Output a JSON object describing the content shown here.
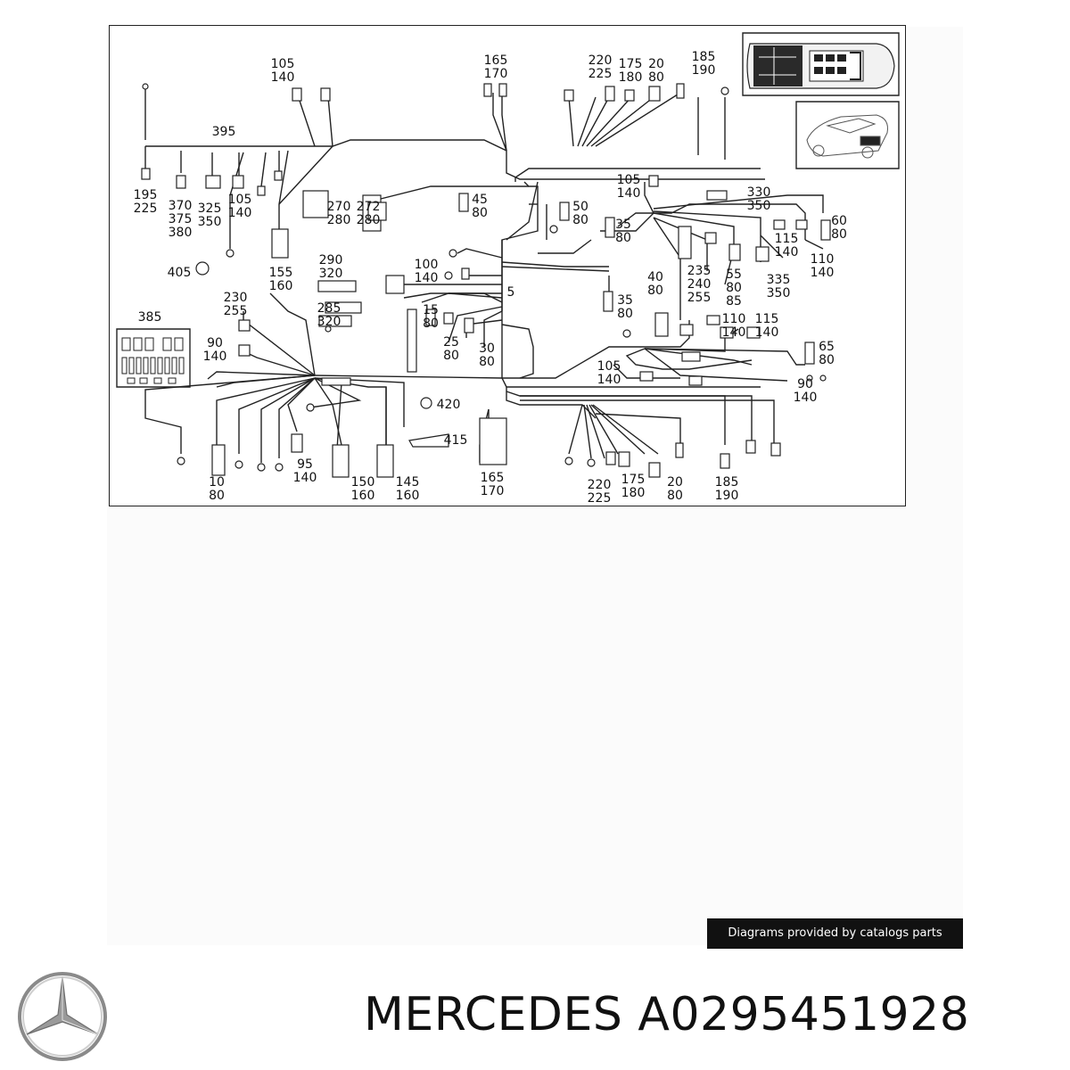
{
  "callouts": [
    {
      "id": "c1",
      "lines": [
        "105",
        "140"
      ]
    },
    {
      "id": "c2",
      "lines": [
        "165",
        "170"
      ]
    },
    {
      "id": "c3",
      "lines": [
        "220",
        "225"
      ]
    },
    {
      "id": "c4",
      "lines": [
        "175",
        "180"
      ]
    },
    {
      "id": "c5",
      "lines": [
        "20",
        "80"
      ]
    },
    {
      "id": "c6",
      "lines": [
        "185",
        "190"
      ]
    },
    {
      "id": "c7",
      "lines": [
        "395"
      ]
    },
    {
      "id": "c8",
      "lines": [
        "195",
        "225"
      ]
    },
    {
      "id": "c9",
      "lines": [
        "370",
        "375",
        "380"
      ]
    },
    {
      "id": "c10",
      "lines": [
        "325",
        "350"
      ]
    },
    {
      "id": "c11",
      "lines": [
        "105",
        "140"
      ]
    },
    {
      "id": "c12",
      "lines": [
        "270",
        "280"
      ]
    },
    {
      "id": "c13",
      "lines": [
        "272",
        "280"
      ]
    },
    {
      "id": "c14",
      "lines": [
        "45",
        "80"
      ]
    },
    {
      "id": "c15",
      "lines": [
        "50",
        "80"
      ]
    },
    {
      "id": "c16",
      "lines": [
        "105",
        "140"
      ]
    },
    {
      "id": "c17",
      "lines": [
        "330",
        "350"
      ]
    },
    {
      "id": "c18",
      "lines": [
        "60",
        "80"
      ]
    },
    {
      "id": "c19",
      "lines": [
        "115",
        "140"
      ]
    },
    {
      "id": "c20",
      "lines": [
        "110",
        "140"
      ]
    },
    {
      "id": "c21",
      "lines": [
        "35",
        "80"
      ]
    },
    {
      "id": "c22",
      "lines": [
        "405"
      ]
    },
    {
      "id": "c23",
      "lines": [
        "155",
        "160"
      ]
    },
    {
      "id": "c24",
      "lines": [
        "290",
        "320"
      ]
    },
    {
      "id": "c25",
      "lines": [
        "100",
        "140"
      ]
    },
    {
      "id": "c26",
      "lines": [
        "5"
      ]
    },
    {
      "id": "c27",
      "lines": [
        "40",
        "80"
      ]
    },
    {
      "id": "c28",
      "lines": [
        "235",
        "240",
        "255"
      ]
    },
    {
      "id": "c29",
      "lines": [
        "55",
        "80",
        "85"
      ]
    },
    {
      "id": "c30",
      "lines": [
        "335",
        "350"
      ]
    },
    {
      "id": "c31",
      "lines": [
        "230",
        "255"
      ]
    },
    {
      "id": "c32",
      "lines": [
        "385"
      ]
    },
    {
      "id": "c33",
      "lines": [
        "285",
        "320"
      ]
    },
    {
      "id": "c34",
      "lines": [
        "15",
        "80"
      ]
    },
    {
      "id": "c35",
      "lines": [
        "25",
        "80"
      ]
    },
    {
      "id": "c36",
      "lines": [
        "30",
        "80"
      ]
    },
    {
      "id": "c37",
      "lines": [
        "35",
        "80"
      ]
    },
    {
      "id": "c38",
      "lines": [
        "110",
        "140"
      ]
    },
    {
      "id": "c39",
      "lines": [
        "115",
        "140"
      ]
    },
    {
      "id": "c40",
      "lines": [
        "90",
        "140"
      ]
    },
    {
      "id": "c41",
      "lines": [
        "65",
        "80"
      ]
    },
    {
      "id": "c42",
      "lines": [
        "105",
        "140"
      ]
    },
    {
      "id": "c43",
      "lines": [
        "90",
        "140"
      ]
    },
    {
      "id": "c44",
      "lines": [
        "420"
      ]
    },
    {
      "id": "c45",
      "lines": [
        "415"
      ]
    },
    {
      "id": "c46",
      "lines": [
        "10",
        "80"
      ]
    },
    {
      "id": "c47",
      "lines": [
        "95",
        "140"
      ]
    },
    {
      "id": "c48",
      "lines": [
        "150",
        "160"
      ]
    },
    {
      "id": "c49",
      "lines": [
        "145",
        "160"
      ]
    },
    {
      "id": "c50",
      "lines": [
        "165",
        "170"
      ]
    },
    {
      "id": "c51",
      "lines": [
        "220",
        "225"
      ]
    },
    {
      "id": "c52",
      "lines": [
        "175",
        "180"
      ]
    },
    {
      "id": "c53",
      "lines": [
        "20",
        "80"
      ]
    },
    {
      "id": "c54",
      "lines": [
        "185",
        "190"
      ]
    }
  ],
  "credit_text": "Diagrams provided by catalogs parts",
  "brand": "MERCEDES",
  "part_number": "A0295451928",
  "colors": {
    "line": "#222222",
    "panel": "#fbfbfb",
    "credit_bg": "#111111",
    "logo": "#8a8a8a"
  },
  "icons": {
    "logo": "mercedes-star-logo",
    "car_top_view": "car-top-view-icon",
    "car_3d_view": "car-perspective-icon"
  }
}
